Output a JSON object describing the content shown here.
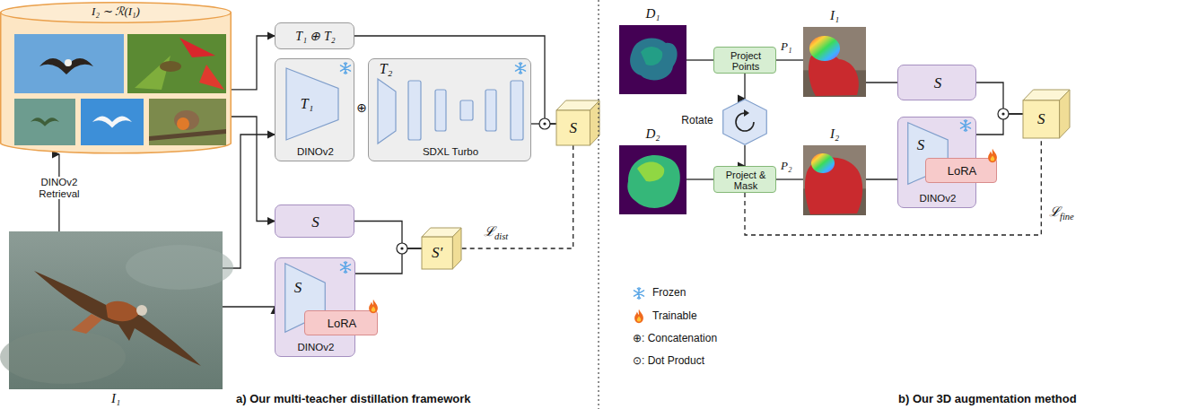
{
  "diagram": {
    "nodes": [
      {
        "text": [
          "I₂ ∼ ℛ(I₁)"
        ]
      },
      {
        "text": [
          "T₁ ⊕ T₂"
        ]
      },
      {
        "text": [
          "T₁",
          "DINOv2"
        ]
      },
      {
        "text": [
          "T₂",
          "SDXL Turbo"
        ]
      },
      {
        "text": [
          "S"
        ]
      },
      {
        "text": [
          "S"
        ]
      },
      {
        "text": [
          "DINOv2"
        ]
      },
      {
        "text": [
          "S"
        ],
        "in": 6
      },
      {
        "text": [
          "LoRA"
        ],
        "in": 6
      },
      {
        "text": [
          "S′"
        ]
      },
      {
        "text": [
          "I₁"
        ]
      },
      {
        "text": [
          "D₁"
        ]
      },
      {
        "text": [
          "Project Points"
        ]
      },
      {
        "text": [
          "Rotate"
        ]
      },
      {
        "text": [
          "D₂"
        ]
      },
      {
        "text": [
          "Project & Mask"
        ]
      },
      {
        "text": [
          "I₁"
        ]
      },
      {
        "text": [
          "I₂"
        ]
      },
      {
        "text": [
          "S"
        ]
      },
      {
        "text": [
          "DINOv2"
        ]
      },
      {
        "text": [
          "S"
        ],
        "in": 19
      },
      {
        "text": [
          "LoRA"
        ],
        "in": 19
      },
      {
        "text": [
          "S"
        ]
      }
    ],
    "edges": [
      {
        "from": 10,
        "to": 0,
        "label": "DINOv2 Retrieval",
        "arrow": "to"
      },
      {
        "from": 0,
        "to": 1,
        "arrow": "to"
      },
      {
        "from": 0,
        "to": 5,
        "arrow": "to"
      },
      {
        "from": 10,
        "to": 2,
        "arrow": "to"
      },
      {
        "from": 10,
        "to": 6,
        "arrow": "to"
      },
      {
        "from": 1,
        "to": 4,
        "arrow": "none"
      },
      {
        "from": 3,
        "to": 4,
        "arrow": "none"
      },
      {
        "from": 5,
        "to": 9,
        "arrow": "none"
      },
      {
        "from": 6,
        "to": 9,
        "arrow": "none"
      },
      {
        "from": 4,
        "to": 9,
        "label": "ℒdist",
        "arrow": "none"
      },
      {
        "from": 11,
        "to": 12,
        "arrow": "none"
      },
      {
        "from": 12,
        "to": 16,
        "label": "P₁",
        "arrow": "none"
      },
      {
        "from": 12,
        "to": 13,
        "arrow": "to"
      },
      {
        "from": 13,
        "to": 15,
        "arrow": "to"
      },
      {
        "from": 14,
        "to": 15,
        "arrow": "none"
      },
      {
        "from": 15,
        "to": 17,
        "label": "P₂",
        "arrow": "none"
      },
      {
        "from": 16,
        "to": 18,
        "arrow": "none"
      },
      {
        "from": 17,
        "to": 19,
        "arrow": "none"
      },
      {
        "from": 18,
        "to": 22,
        "arrow": "none"
      },
      {
        "from": 19,
        "to": 22,
        "arrow": "none"
      },
      {
        "from": 15,
        "to": 22,
        "label": "ℒfine",
        "arrow": "none"
      }
    ],
    "labels": [
      "⊕",
      "a) Our multi-teacher distillation framework",
      "b) Our 3D augmentation method"
    ],
    "legend": [
      {
        "text": "Frozen"
      },
      {
        "text": "Trainable"
      },
      {
        "text": "⊕: Concatenation"
      },
      {
        "text": "⊙: Dot Product"
      }
    ]
  }
}
